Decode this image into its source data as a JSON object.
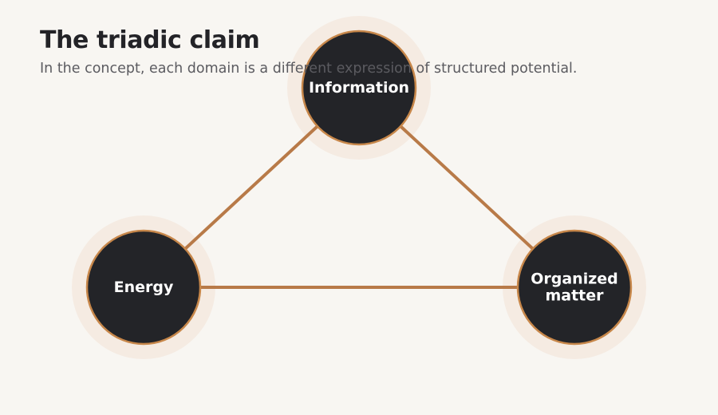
{
  "header": {
    "title": "The triadic claim",
    "subtitle": "In the concept, each domain is a different expression of structured potential."
  },
  "diagram": {
    "nodes": [
      {
        "id": "information",
        "label_lines": [
          "Information"
        ]
      },
      {
        "id": "energy",
        "label_lines": [
          "Energy"
        ]
      },
      {
        "id": "organized-matter",
        "label_lines": [
          "Organized",
          "matter"
        ]
      }
    ],
    "edges": [
      {
        "from": "energy",
        "to": "information"
      },
      {
        "from": "information",
        "to": "organized-matter"
      },
      {
        "from": "energy",
        "to": "organized-matter"
      }
    ]
  },
  "colors": {
    "background": "#f8f6f2",
    "halo": "#f5ebe2",
    "node_fill": "#232428",
    "accent": "#c7874a",
    "edge": "#b87a48",
    "title": "#232327",
    "subtitle": "#5b5b60",
    "node_text": "#ffffff"
  }
}
